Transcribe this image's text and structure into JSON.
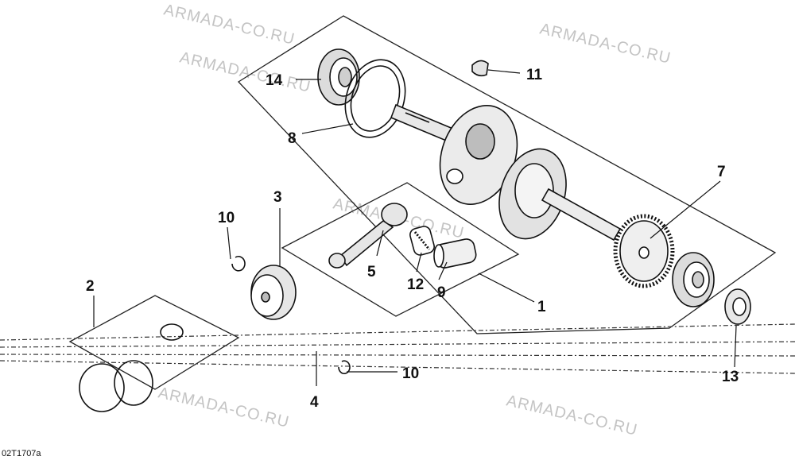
{
  "callouts": {
    "c1": "1",
    "c2": "2",
    "c3": "3",
    "c4": "4",
    "c5": "5",
    "c7": "7",
    "c8": "8",
    "c9": "9",
    "c10a": "10",
    "c10b": "10",
    "c11": "11",
    "c12": "12",
    "c13": "13",
    "c14": "14"
  },
  "watermark": "ARMADA-CO.RU",
  "figure_code": "02T1707a",
  "colors": {
    "ink": "#111111",
    "watermark": "#c4c4c4",
    "fill_light": "#e6e6e6",
    "fill_mid": "#9a9a9a"
  }
}
